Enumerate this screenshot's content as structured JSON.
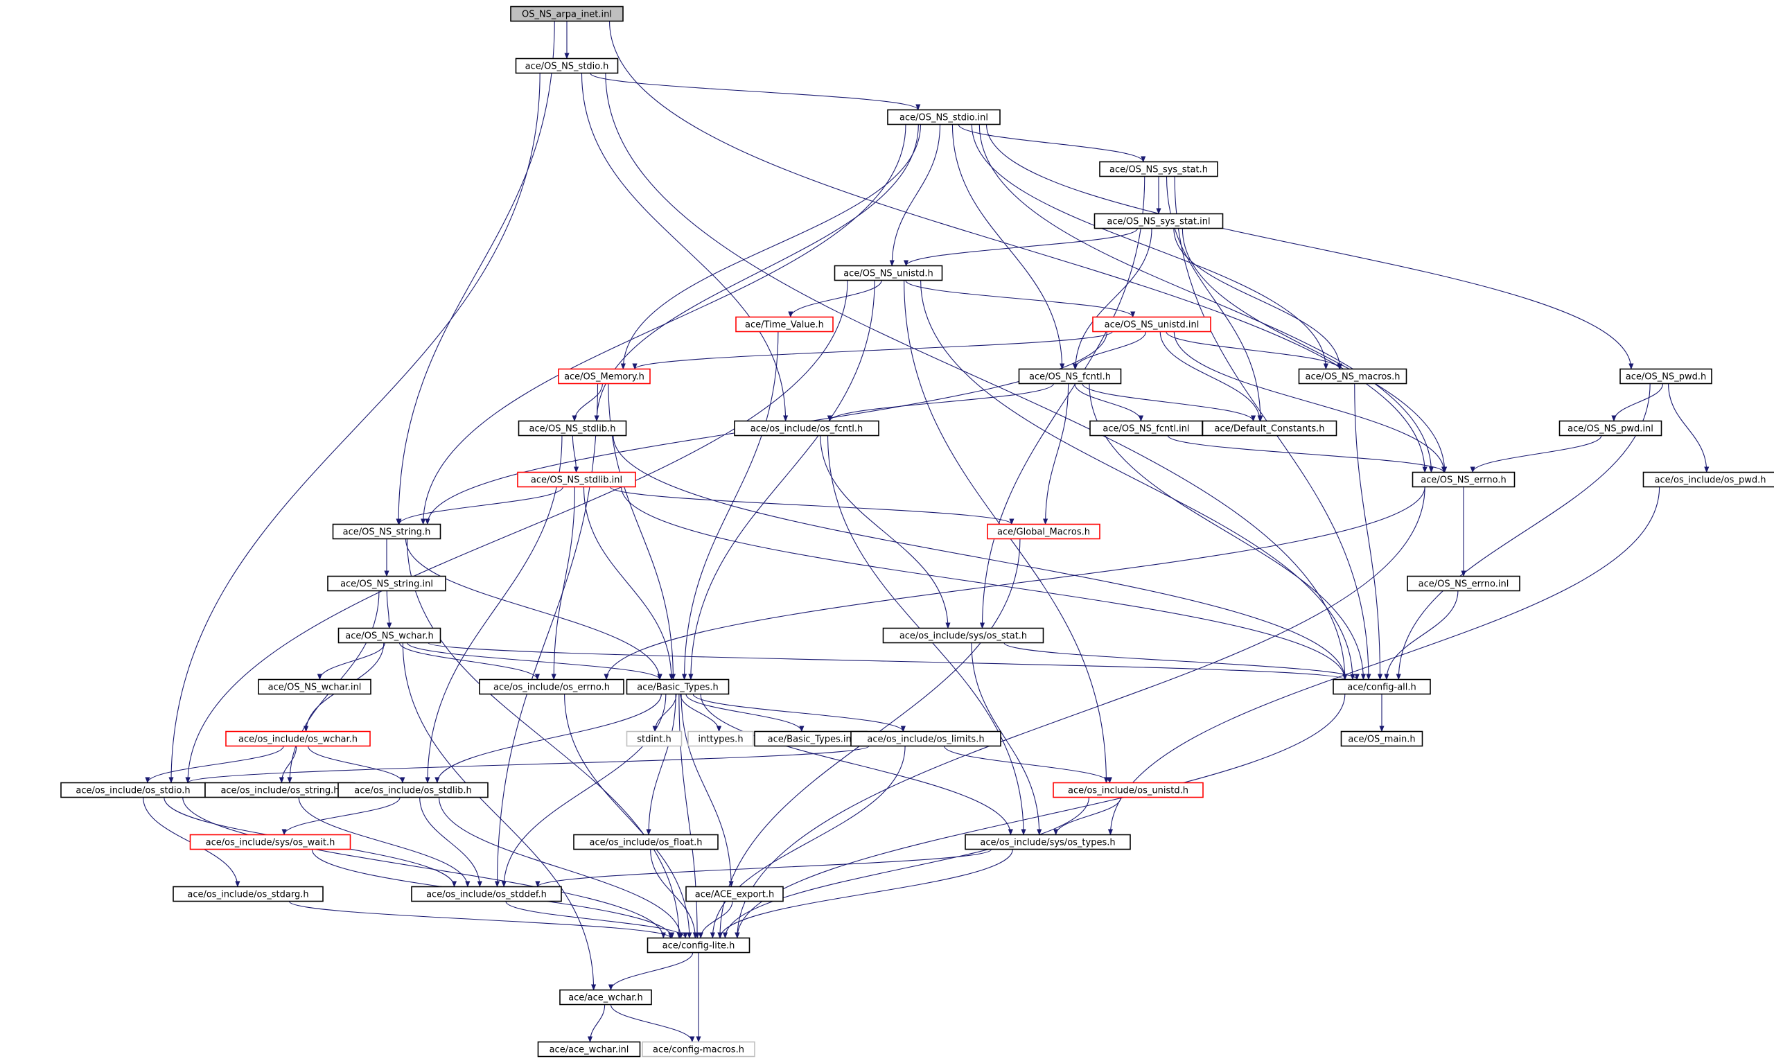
{
  "colors": {
    "edge": "#191970",
    "node_border_normal": "#000000",
    "node_border_truncated": "#ff0000",
    "node_border_system": "#bfbfbf",
    "root_fill": "#bfbfbf",
    "node_fill": "#ffffff"
  },
  "nodes": [
    {
      "id": "root",
      "label": "OS_NS_arpa_inet.inl",
      "kind": "root"
    },
    {
      "id": "stdio_h",
      "label": "ace/OS_NS_stdio.h",
      "kind": "normal"
    },
    {
      "id": "stdio_inl",
      "label": "ace/OS_NS_stdio.inl",
      "kind": "normal"
    },
    {
      "id": "sys_stat_h",
      "label": "ace/OS_NS_sys_stat.h",
      "kind": "normal"
    },
    {
      "id": "sys_stat_inl",
      "label": "ace/OS_NS_sys_stat.inl",
      "kind": "normal"
    },
    {
      "id": "unistd_h",
      "label": "ace/OS_NS_unistd.h",
      "kind": "normal"
    },
    {
      "id": "time_value",
      "label": "ace/Time_Value.h",
      "kind": "truncated"
    },
    {
      "id": "unistd_inl",
      "label": "ace/OS_NS_unistd.inl",
      "kind": "truncated"
    },
    {
      "id": "os_memory",
      "label": "ace/OS_Memory.h",
      "kind": "truncated"
    },
    {
      "id": "fcntl_h",
      "label": "ace/OS_NS_fcntl.h",
      "kind": "normal"
    },
    {
      "id": "macros_h",
      "label": "ace/OS_NS_macros.h",
      "kind": "normal"
    },
    {
      "id": "pwd_h",
      "label": "ace/OS_NS_pwd.h",
      "kind": "normal"
    },
    {
      "id": "stdlib_h",
      "label": "ace/OS_NS_stdlib.h",
      "kind": "normal"
    },
    {
      "id": "oi_fcntl",
      "label": "ace/os_include/os_fcntl.h",
      "kind": "normal"
    },
    {
      "id": "fcntl_inl",
      "label": "ace/OS_NS_fcntl.inl",
      "kind": "normal"
    },
    {
      "id": "default_const",
      "label": "ace/Default_Constants.h",
      "kind": "normal"
    },
    {
      "id": "pwd_inl",
      "label": "ace/OS_NS_pwd.inl",
      "kind": "normal"
    },
    {
      "id": "stdlib_inl",
      "label": "ace/OS_NS_stdlib.inl",
      "kind": "truncated"
    },
    {
      "id": "errno_h",
      "label": "ace/OS_NS_errno.h",
      "kind": "normal"
    },
    {
      "id": "oi_pwd",
      "label": "ace/os_include/os_pwd.h",
      "kind": "normal"
    },
    {
      "id": "string_h",
      "label": "ace/OS_NS_string.h",
      "kind": "normal"
    },
    {
      "id": "global_macros",
      "label": "ace/Global_Macros.h",
      "kind": "truncated"
    },
    {
      "id": "string_inl",
      "label": "ace/OS_NS_string.inl",
      "kind": "normal"
    },
    {
      "id": "errno_inl",
      "label": "ace/OS_NS_errno.inl",
      "kind": "normal"
    },
    {
      "id": "sys_os_stat",
      "label": "ace/os_include/sys/os_stat.h",
      "kind": "normal"
    },
    {
      "id": "wchar_h",
      "label": "ace/OS_NS_wchar.h",
      "kind": "normal"
    },
    {
      "id": "wchar_inl",
      "label": "ace/OS_NS_wchar.inl",
      "kind": "normal"
    },
    {
      "id": "oi_errno",
      "label": "ace/os_include/os_errno.h",
      "kind": "normal"
    },
    {
      "id": "basic_types",
      "label": "ace/Basic_Types.h",
      "kind": "normal"
    },
    {
      "id": "config_all",
      "label": "ace/config-all.h",
      "kind": "normal"
    },
    {
      "id": "stdint",
      "label": "stdint.h",
      "kind": "system"
    },
    {
      "id": "inttypes",
      "label": "inttypes.h",
      "kind": "system"
    },
    {
      "id": "basic_types_inl",
      "label": "ace/Basic_Types.inl",
      "kind": "normal"
    },
    {
      "id": "oi_limits",
      "label": "ace/os_include/os_limits.h",
      "kind": "normal"
    },
    {
      "id": "os_main",
      "label": "ace/OS_main.h",
      "kind": "normal"
    },
    {
      "id": "oi_wchar",
      "label": "ace/os_include/os_wchar.h",
      "kind": "truncated"
    },
    {
      "id": "oi_stdio",
      "label": "ace/os_include/os_stdio.h",
      "kind": "normal"
    },
    {
      "id": "oi_string",
      "label": "ace/os_include/os_string.h",
      "kind": "normal"
    },
    {
      "id": "oi_stdlib",
      "label": "ace/os_include/os_stdlib.h",
      "kind": "normal"
    },
    {
      "id": "oi_unistd",
      "label": "ace/os_include/os_unistd.h",
      "kind": "truncated"
    },
    {
      "id": "sys_os_wait",
      "label": "ace/os_include/sys/os_wait.h",
      "kind": "truncated"
    },
    {
      "id": "oi_float",
      "label": "ace/os_include/os_float.h",
      "kind": "normal"
    },
    {
      "id": "sys_os_types",
      "label": "ace/os_include/sys/os_types.h",
      "kind": "normal"
    },
    {
      "id": "oi_stdarg",
      "label": "ace/os_include/os_stdarg.h",
      "kind": "normal"
    },
    {
      "id": "oi_stddef",
      "label": "ace/os_include/os_stddef.h",
      "kind": "normal"
    },
    {
      "id": "ace_export",
      "label": "ace/ACE_export.h",
      "kind": "normal"
    },
    {
      "id": "config_lite",
      "label": "ace/config-lite.h",
      "kind": "normal"
    },
    {
      "id": "ace_wchar_h",
      "label": "ace/ace_wchar.h",
      "kind": "normal"
    },
    {
      "id": "ace_wchar_inl",
      "label": "ace/ace_wchar.inl",
      "kind": "normal"
    },
    {
      "id": "config_macros",
      "label": "ace/config-macros.h",
      "kind": "system"
    }
  ],
  "edges": [
    [
      "root",
      "stdio_h"
    ],
    [
      "root",
      "string_h"
    ],
    [
      "root",
      "errno_h"
    ],
    [
      "stdio_h",
      "stdio_inl"
    ],
    [
      "stdio_h",
      "oi_stdio"
    ],
    [
      "stdio_h",
      "oi_fcntl"
    ],
    [
      "stdio_h",
      "config_all"
    ],
    [
      "stdio_inl",
      "string_h"
    ],
    [
      "stdio_inl",
      "os_memory"
    ],
    [
      "stdio_inl",
      "stdlib_h"
    ],
    [
      "stdio_inl",
      "unistd_h"
    ],
    [
      "stdio_inl",
      "fcntl_h"
    ],
    [
      "stdio_inl",
      "sys_stat_h"
    ],
    [
      "stdio_inl",
      "macros_h"
    ],
    [
      "stdio_inl",
      "errno_h"
    ],
    [
      "stdio_inl",
      "pwd_h"
    ],
    [
      "sys_stat_h",
      "sys_stat_inl"
    ],
    [
      "sys_stat_h",
      "sys_os_stat"
    ],
    [
      "sys_stat_h",
      "default_const"
    ],
    [
      "sys_stat_h",
      "config_all"
    ],
    [
      "sys_stat_inl",
      "unistd_h"
    ],
    [
      "sys_stat_inl",
      "fcntl_h"
    ],
    [
      "sys_stat_inl",
      "macros_h"
    ],
    [
      "sys_stat_inl",
      "errno_h"
    ],
    [
      "unistd_h",
      "time_value"
    ],
    [
      "unistd_h",
      "unistd_inl"
    ],
    [
      "unistd_h",
      "basic_types"
    ],
    [
      "unistd_h",
      "oi_stdio"
    ],
    [
      "unistd_h",
      "oi_unistd"
    ],
    [
      "unistd_h",
      "config_all"
    ],
    [
      "time_value",
      "basic_types"
    ],
    [
      "unistd_inl",
      "os_memory"
    ],
    [
      "unistd_inl",
      "string_h"
    ],
    [
      "unistd_inl",
      "fcntl_h"
    ],
    [
      "unistd_inl",
      "macros_h"
    ],
    [
      "unistd_inl",
      "default_const"
    ],
    [
      "unistd_inl",
      "errno_h"
    ],
    [
      "os_memory",
      "stdlib_h"
    ],
    [
      "os_memory",
      "basic_types"
    ],
    [
      "os_memory",
      "oi_stddef"
    ],
    [
      "fcntl_h",
      "oi_fcntl"
    ],
    [
      "fcntl_h",
      "fcntl_inl"
    ],
    [
      "fcntl_h",
      "default_const"
    ],
    [
      "fcntl_h",
      "global_macros"
    ],
    [
      "fcntl_h",
      "config_all"
    ],
    [
      "fcntl_inl",
      "errno_h"
    ],
    [
      "macros_h",
      "config_all"
    ],
    [
      "pwd_h",
      "pwd_inl"
    ],
    [
      "pwd_h",
      "oi_pwd"
    ],
    [
      "pwd_h",
      "config_all"
    ],
    [
      "pwd_inl",
      "errno_h"
    ],
    [
      "stdlib_h",
      "stdlib_inl"
    ],
    [
      "stdlib_h",
      "oi_stdlib"
    ],
    [
      "stdlib_h",
      "config_all"
    ],
    [
      "stdlib_inl",
      "string_h"
    ],
    [
      "stdlib_inl",
      "global_macros"
    ],
    [
      "stdlib_inl",
      "oi_errno"
    ],
    [
      "stdlib_inl",
      "basic_types"
    ],
    [
      "stdlib_inl",
      "config_all"
    ],
    [
      "oi_fcntl",
      "sys_os_stat"
    ],
    [
      "oi_fcntl",
      "sys_os_types"
    ],
    [
      "errno_h",
      "errno_inl"
    ],
    [
      "errno_h",
      "oi_errno"
    ],
    [
      "errno_h",
      "config_lite"
    ],
    [
      "errno_inl",
      "config_all"
    ],
    [
      "oi_pwd",
      "sys_os_types"
    ],
    [
      "string_h",
      "string_inl"
    ],
    [
      "string_h",
      "basic_types"
    ],
    [
      "string_h",
      "config_lite"
    ],
    [
      "string_inl",
      "wchar_h"
    ],
    [
      "string_inl",
      "oi_string"
    ],
    [
      "global_macros",
      "config_lite"
    ],
    [
      "sys_os_stat",
      "sys_os_types"
    ],
    [
      "sys_os_stat",
      "config_all"
    ],
    [
      "wchar_h",
      "wchar_inl"
    ],
    [
      "wchar_h",
      "oi_errno"
    ],
    [
      "wchar_h",
      "basic_types"
    ],
    [
      "wchar_h",
      "oi_wchar"
    ],
    [
      "wchar_h",
      "config_all"
    ],
    [
      "wchar_h",
      "ace_wchar_h"
    ],
    [
      "oi_errno",
      "config_lite"
    ],
    [
      "basic_types",
      "stdint"
    ],
    [
      "basic_types",
      "inttypes"
    ],
    [
      "basic_types",
      "basic_types_inl"
    ],
    [
      "basic_types",
      "oi_limits"
    ],
    [
      "basic_types",
      "oi_float"
    ],
    [
      "basic_types",
      "ace_export"
    ],
    [
      "basic_types",
      "oi_stdlib"
    ],
    [
      "basic_types",
      "oi_stddef"
    ],
    [
      "basic_types",
      "sys_os_types"
    ],
    [
      "basic_types",
      "config_lite"
    ],
    [
      "config_all",
      "os_main"
    ],
    [
      "config_all",
      "config_lite"
    ],
    [
      "oi_limits",
      "oi_stdio"
    ],
    [
      "oi_limits",
      "oi_unistd"
    ],
    [
      "oi_limits",
      "config_lite"
    ],
    [
      "oi_wchar",
      "oi_stdio"
    ],
    [
      "oi_wchar",
      "oi_string"
    ],
    [
      "oi_wchar",
      "oi_stdlib"
    ],
    [
      "oi_stdio",
      "oi_stdarg"
    ],
    [
      "oi_stdio",
      "oi_stddef"
    ],
    [
      "oi_stdio",
      "config_lite"
    ],
    [
      "oi_string",
      "oi_stddef"
    ],
    [
      "oi_stdlib",
      "sys_os_wait"
    ],
    [
      "oi_stdlib",
      "oi_stddef"
    ],
    [
      "oi_stdlib",
      "config_lite"
    ],
    [
      "oi_unistd",
      "sys_os_types"
    ],
    [
      "oi_unistd",
      "config_lite"
    ],
    [
      "sys_os_wait",
      "config_lite"
    ],
    [
      "oi_float",
      "config_lite"
    ],
    [
      "sys_os_types",
      "oi_stddef"
    ],
    [
      "sys_os_types",
      "config_lite"
    ],
    [
      "oi_stdarg",
      "config_lite"
    ],
    [
      "oi_stddef",
      "config_lite"
    ],
    [
      "ace_export",
      "config_lite"
    ],
    [
      "config_lite",
      "ace_wchar_h"
    ],
    [
      "config_lite",
      "config_macros"
    ],
    [
      "ace_wchar_h",
      "ace_wchar_inl"
    ],
    [
      "ace_wchar_h",
      "config_macros"
    ]
  ]
}
